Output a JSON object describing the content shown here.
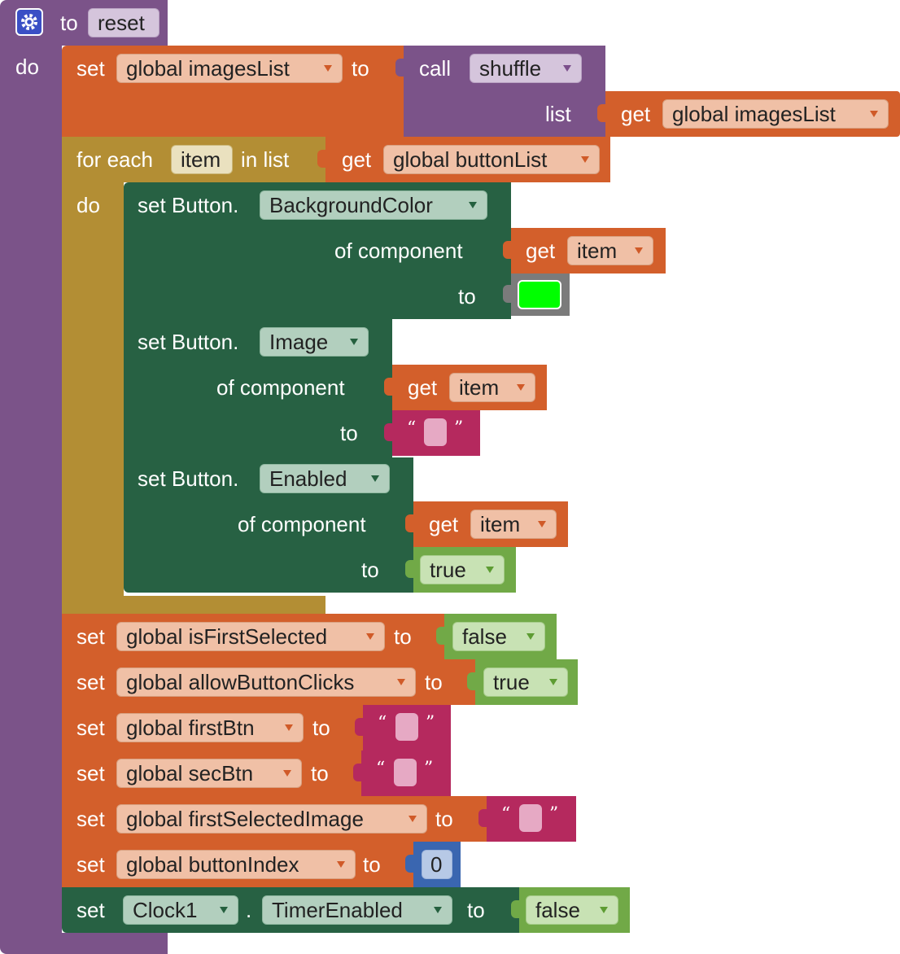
{
  "procedure": {
    "to_label": "to",
    "name": "reset",
    "do_label": "do"
  },
  "set_images": {
    "set_label": "set",
    "variable": "global imagesList",
    "to_label": "to",
    "call_label": "call",
    "function": "shuffle",
    "param_label": "list",
    "get_label": "get",
    "get_variable": "global imagesList"
  },
  "for_each": {
    "label": "for each",
    "item": "item",
    "in_list": "in list",
    "do_label": "do",
    "get_label": "get",
    "list_variable": "global buttonList"
  },
  "inner": [
    {
      "set_label": "set Button.",
      "property": "BackgroundColor",
      "of_component": "of component",
      "get_label": "get",
      "get_item": "item",
      "to_label": "to",
      "value_type": "color",
      "color": "#00ff00"
    },
    {
      "set_label": "set Button.",
      "property": "Image",
      "of_component": "of component",
      "get_label": "get",
      "get_item": "item",
      "to_label": "to",
      "value_type": "text",
      "open_quote": "“",
      "close_quote": "”"
    },
    {
      "set_label": "set Button.",
      "property": "Enabled",
      "of_component": "of component",
      "get_label": "get",
      "get_item": "item",
      "to_label": "to",
      "value_type": "bool",
      "value": "true"
    }
  ],
  "sets": [
    {
      "set_label": "set",
      "variable": "global isFirstSelected",
      "to_label": "to",
      "value_type": "bool",
      "value": "false"
    },
    {
      "set_label": "set",
      "variable": "global allowButtonClicks",
      "to_label": "to",
      "value_type": "bool",
      "value": "true"
    },
    {
      "set_label": "set",
      "variable": "global firstBtn",
      "to_label": "to",
      "value_type": "text",
      "open_quote": "“",
      "close_quote": "”"
    },
    {
      "set_label": "set",
      "variable": "global secBtn",
      "to_label": "to",
      "value_type": "text",
      "open_quote": "“",
      "close_quote": "”"
    },
    {
      "set_label": "set",
      "variable": "global firstSelectedImage",
      "to_label": "to",
      "value_type": "text",
      "open_quote": "“",
      "close_quote": "”"
    },
    {
      "set_label": "set",
      "variable": "global buttonIndex",
      "to_label": "to",
      "value_type": "number",
      "value": "0"
    }
  ],
  "clock_set": {
    "set_label": "set",
    "component": "Clock1",
    "dot": ".",
    "property": "TimerEnabled",
    "to_label": "to",
    "value": "false"
  },
  "colors": {
    "procedure": "#7b5389",
    "variable": "#d35f2b",
    "control": "#b38e34",
    "component": "#276143",
    "logic": "#71a947",
    "text": "#b5295e",
    "math": "#3a66b0",
    "color_block": "#7b7b7b"
  }
}
